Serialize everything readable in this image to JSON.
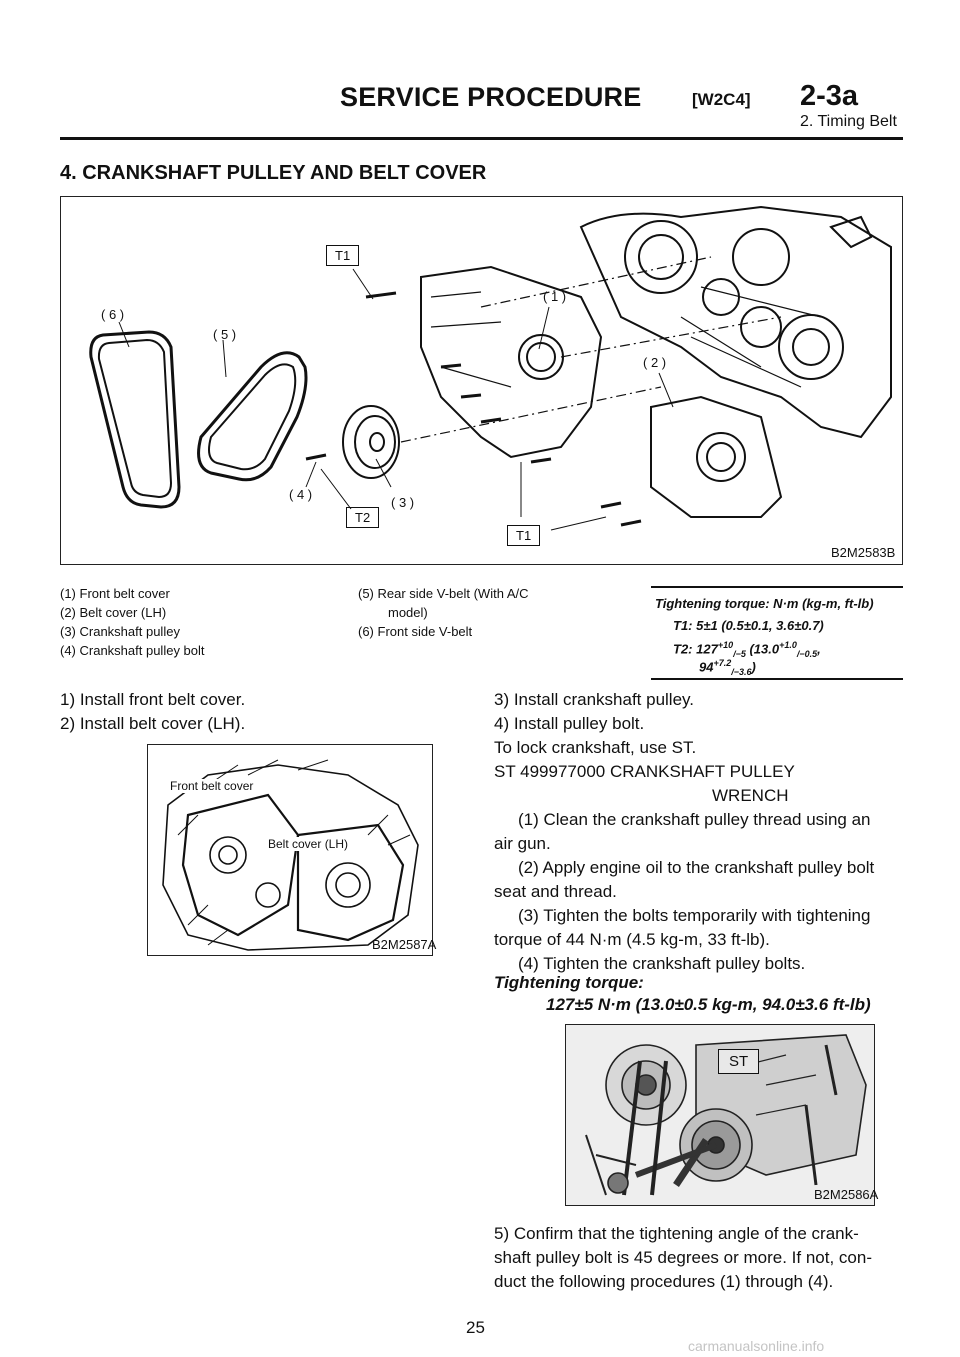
{
  "header": {
    "title": "SERVICE PROCEDURE",
    "code": "[W2C4]",
    "section": "2-3a",
    "subsection": "2. Timing Belt"
  },
  "section_title": "4. CRANKSHAFT PULLEY AND BELT COVER",
  "figure1": {
    "code": "B2M2583B",
    "callouts": {
      "t1_top": "T1",
      "n1": "( 1 )",
      "n2": "( 2 )",
      "n3": "( 3 )",
      "n4": "( 4 )",
      "n5": "( 5 )",
      "n6": "( 6 )",
      "t2": "T2",
      "t1_bottom": "T1"
    }
  },
  "legend": {
    "col1": [
      "(1)  Front belt cover",
      "(2)  Belt cover (LH)",
      "(3)  Crankshaft pulley",
      "(4)  Crankshaft pulley bolt"
    ],
    "col2_line1": "(5)  Rear side V-belt (With A/C",
    "col2_line2": "model)",
    "col2_line3": "(6)  Front side V-belt"
  },
  "torque_box": {
    "title": "Tightening torque: N·m (kg-m, ft-lb)",
    "t1": "T1: 5±1 (0.5±0.1, 3.6±0.7)",
    "t2_a": "T2: 127",
    "t2_a_sup": "+10",
    "t2_a_sub": "/−5",
    "t2_b": " (13.0",
    "t2_b_sup": "+1.0",
    "t2_b_sub": "/−0.5",
    "t2_c": ",",
    "t2_d": "94",
    "t2_d_sup": "+7.2",
    "t2_d_sub": "/−3.6",
    "t2_e": ")"
  },
  "left_steps": [
    "1)  Install front belt cover.",
    "2)  Install belt cover (LH)."
  ],
  "figure2": {
    "code": "B2M2587A",
    "label_front": "Front  belt  cover",
    "label_lh": "Belt  cover  (LH)"
  },
  "right_steps": {
    "s3": "3)  Install crankshaft pulley.",
    "s4": "4)  Install pulley bolt.",
    "lock": "To lock crankshaft, use ST.",
    "st_line1": "ST   499977000   CRANKSHAFT PULLEY",
    "st_line2": "WRENCH",
    "sub1_a": "(1)  Clean the crankshaft pulley thread using an",
    "sub1_b": "air gun.",
    "sub2_a": "(2)  Apply engine oil to the crankshaft pulley bolt",
    "sub2_b": "seat and thread.",
    "sub3_a": "(3)  Tighten the bolts temporarily with tightening",
    "sub3_b": "torque of 44 N·m (4.5 kg-m, 33 ft-lb).",
    "sub4": "(4)  Tighten the crankshaft pulley bolts.",
    "torque_title": "Tightening torque:",
    "torque_value": "127±5 N·m (13.0±0.5 kg-m, 94.0±3.6 ft-lb)",
    "s5_a": "5)  Confirm that the tightening angle of the crank-",
    "s5_b": "shaft pulley bolt is 45 degrees or more. If not, con-",
    "s5_c": "duct the following procedures (1) through (4)."
  },
  "figure3": {
    "code": "B2M2586A",
    "label_st": "ST"
  },
  "page_number": "25",
  "watermark": "carmanualsonline.info"
}
